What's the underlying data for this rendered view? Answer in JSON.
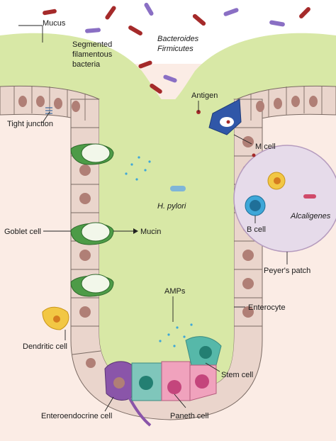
{
  "labels": {
    "mucus": "Mucus",
    "bacteroides": "Bacteroides",
    "firmicutes": "Firmicutes",
    "segmented_1": "Segmented",
    "segmented_2": "filamentous",
    "segmented_3": "bacteria",
    "antigen": "Antigen",
    "tight_junction": "Tight junction",
    "m_cell": "M cell",
    "h_pylori": "H. pylori",
    "goblet_cell": "Goblet cell",
    "mucin": "Mucin",
    "b_cell": "B cell",
    "alcaligenes": "Alcaligenes",
    "peyers_patch": "Peyer's patch",
    "amps": "AMPs",
    "enterocyte": "Enterocyte",
    "dendritic_cell": "Dendritic cell",
    "stem_cell": "Stem cell",
    "enteroendocrine_cell": "Enteroendocrine cell",
    "paneth_cell": "Paneth cell"
  },
  "colors": {
    "lumen": "#d8e8a6",
    "tissue": "#fbece5",
    "epithelium": "#ead5cc",
    "nucleus": "#b07f76",
    "goblet": "#4d9b47",
    "bacteria_red": "#a52a2a",
    "bacteria_purple": "#8a6fc4",
    "peyers_patch": "#e6dbea",
    "stem_cell": "#56b8a9",
    "paneth_cell": "#f0a2bd",
    "enteroendocrine": "#8a55a9",
    "dendritic": "#f2c744",
    "m_cell": "#3057a8"
  },
  "icons": [
    "rod-bacterium-icon",
    "goblet-cell-icon",
    "m-cell-icon",
    "b-cell-icon",
    "dendritic-cell-icon",
    "helicobacter-icon",
    "alcaligenes-icon"
  ]
}
